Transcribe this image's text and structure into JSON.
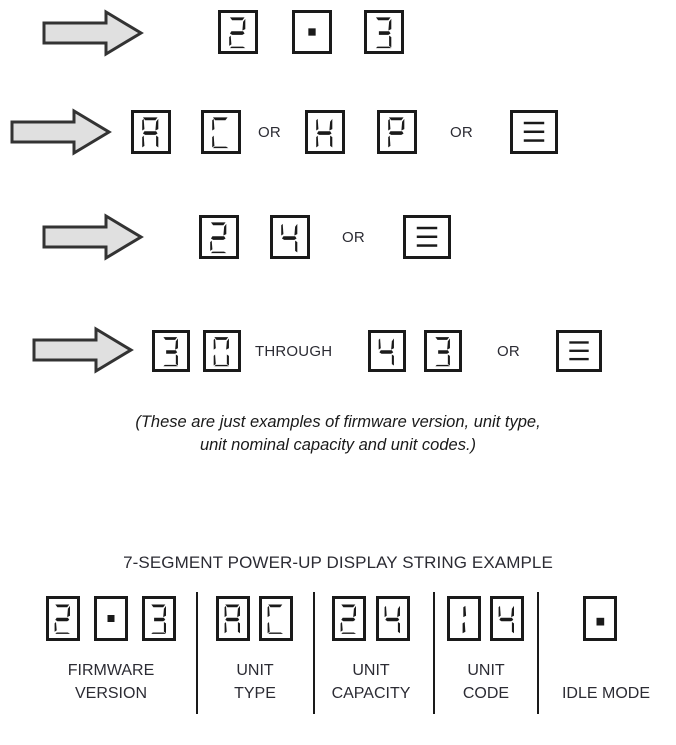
{
  "page": {
    "background": "#ffffff",
    "ink": "#1a1a1a",
    "arrow_fill": "#e0e0e0",
    "arrow_stroke": "#333333"
  },
  "rows": [
    {
      "id": "firmware-version-row",
      "arrow": "right-arrow-icon",
      "items": [
        {
          "type": "seg",
          "value": "2",
          "name": "seg-digit-2"
        },
        {
          "type": "seg",
          "value": ".",
          "name": "seg-digit-dot"
        },
        {
          "type": "seg",
          "value": "3",
          "name": "seg-digit-3"
        }
      ]
    },
    {
      "id": "unit-type-row",
      "arrow": "right-arrow-icon",
      "items": [
        {
          "type": "seg",
          "value": "A",
          "name": "seg-digit-a"
        },
        {
          "type": "seg",
          "value": "C",
          "name": "seg-digit-c"
        },
        {
          "type": "word",
          "value": "OR",
          "name": "or-label"
        },
        {
          "type": "seg",
          "value": "H",
          "name": "seg-digit-h"
        },
        {
          "type": "seg",
          "value": "P",
          "name": "seg-digit-p"
        },
        {
          "type": "word",
          "value": "OR",
          "name": "or-label"
        },
        {
          "type": "seg",
          "value": "BARS",
          "name": "seg-idle-bars"
        }
      ]
    },
    {
      "id": "unit-capacity-row",
      "arrow": "right-arrow-icon",
      "items": [
        {
          "type": "seg",
          "value": "2",
          "name": "seg-digit-2"
        },
        {
          "type": "seg",
          "value": "4",
          "name": "seg-digit-4"
        },
        {
          "type": "word",
          "value": "OR",
          "name": "or-label"
        },
        {
          "type": "seg",
          "value": "BARS",
          "name": "seg-idle-bars"
        }
      ]
    },
    {
      "id": "unit-code-row",
      "arrow": "right-arrow-icon",
      "items": [
        {
          "type": "seg",
          "value": "3",
          "name": "seg-digit-3"
        },
        {
          "type": "seg",
          "value": "0",
          "name": "seg-digit-0"
        },
        {
          "type": "word",
          "value": "THROUGH",
          "name": "through-label"
        },
        {
          "type": "seg",
          "value": "4",
          "name": "seg-digit-4"
        },
        {
          "type": "seg",
          "value": "3",
          "name": "seg-digit-3"
        },
        {
          "type": "word",
          "value": "OR",
          "name": "or-label"
        },
        {
          "type": "seg",
          "value": "BARS",
          "name": "seg-idle-bars"
        }
      ]
    }
  ],
  "caption": {
    "line1": "(These are just examples of firmware version, unit type,",
    "line2": "unit nominal capacity and unit codes.)"
  },
  "bottom": {
    "title": "7-SEGMENT POWER-UP DISPLAY STRING EXAMPLE",
    "groups": [
      {
        "name": "firmware-version-group",
        "digits": [
          "2",
          ".",
          "3"
        ],
        "label_line1": "FIRMWARE",
        "label_line2": "VERSION"
      },
      {
        "name": "unit-type-group",
        "digits": [
          "A",
          "C"
        ],
        "label_line1": "UNIT",
        "label_line2": "TYPE"
      },
      {
        "name": "unit-capacity-group",
        "digits": [
          "2",
          "4"
        ],
        "label_line1": "UNIT",
        "label_line2": "CAPACITY"
      },
      {
        "name": "unit-code-group",
        "digits": [
          "1",
          "4"
        ],
        "label_line1": "UNIT",
        "label_line2": "CODE"
      },
      {
        "name": "idle-mode-group",
        "digits": [
          "."
        ],
        "label_line1": "IDLE MODE",
        "label_line2": ""
      }
    ]
  }
}
